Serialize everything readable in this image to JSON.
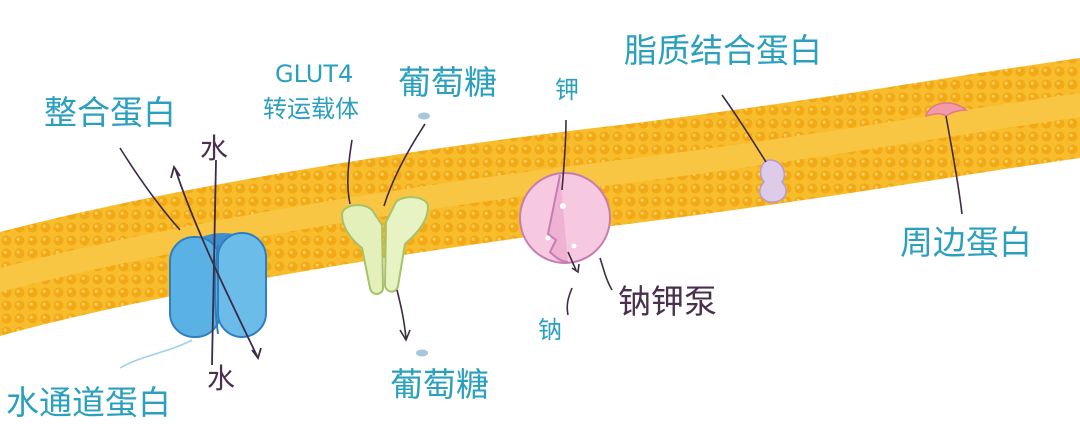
{
  "labels": {
    "integral_protein": "整合蛋白",
    "water_top": "水",
    "water_bottom": "水",
    "aquaporin": "水通道蛋白",
    "glut4_line1": "GLUT4",
    "glut4_line2": "转运载体",
    "glucose_top": "葡萄糖",
    "glucose_bottom": "葡萄糖",
    "potassium": "钾",
    "sodium": "钠",
    "na_k_pump": "钠钾泵",
    "lipid_binding_protein": "脂质结合蛋白",
    "peripheral_protein": "周边蛋白"
  },
  "colors": {
    "label_blue": "#2a9fbe",
    "label_dark": "#4a2f4e",
    "membrane_head": "#f6b21f",
    "membrane_core": "#f8c441",
    "aquaporin": "#5ab1e3",
    "glut4": "#e2f0b6",
    "pump": "#f4c2dd",
    "lipid_protein": "#dcc9e8",
    "peripheral": "#f39aa8"
  }
}
